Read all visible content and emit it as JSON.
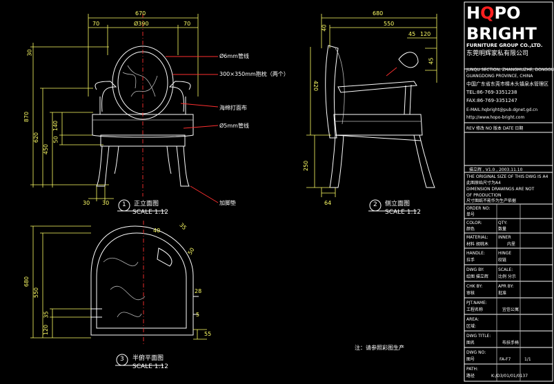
{
  "logo": {
    "line1": "H",
    "line1b": "PO",
    "line2": "BRIGHT",
    "sub": "FURNITURE GROUP CO.,LTD."
  },
  "company_cn": "东莞明辉家私有限公司",
  "address": [
    "JUNQU SECTION, ZHANGMUZHE, DONGGUAN",
    "GUANGDONG PROVINCE, CHINA",
    "中国广东省东莞市樟木头镇泉水管理区"
  ],
  "tel": "TEL:86-769-3351238",
  "fax": "FAX:86-769-3351247",
  "email": "E-MAIL:hqbright@pub.dgnet.gd.cn",
  "web": "http://www.hopo-bright.com",
  "rev_header": "REV 修改   NO 版本   DATE 日期",
  "version_line": "描立辉  , V1.0 , 2003.11.10",
  "notice": [
    "THE ORIGINAL SIZE OF THIS DWG IS A4",
    "此图原始尺寸为A4",
    "DIMENSION DRAWINGS ARE NOT",
    "OF PRODUCTION",
    "尺寸图纸不能作为生产依据"
  ],
  "fields": [
    {
      "en": "ORDER NO:",
      "cn": "单号",
      "val": ""
    },
    {
      "en": "COLOR:",
      "cn": "颜色",
      "en2": "QTY:",
      "cn2": "数量",
      "val": ""
    },
    {
      "en": "MATERIAL:",
      "cn": "材料   胡桃木",
      "en2": "INNER",
      "cn2": "内里"
    },
    {
      "en": "HANDLE:",
      "cn": "拉手",
      "en2": "HINGE",
      "cn2": "绞链"
    },
    {
      "en": "DWG BY:",
      "cn": "绘图   描立辉",
      "en2": "SCALE:",
      "cn2": "比例    分示"
    },
    {
      "en": "CHK BY:",
      "cn": "审核",
      "en2": "APR BY:",
      "cn2": "批准"
    },
    {
      "en": "PJT.NAME:",
      "cn": "工程名称",
      "en2": "",
      "cn2": "宜信公寓"
    },
    {
      "en": "AREA:",
      "cn": "区域:"
    },
    {
      "en": "DWG TITLE:",
      "cn": "图名",
      "en2": "",
      "cn2": "布扶手椅"
    },
    {
      "en": "DWG NO:",
      "cn": "图号",
      "en2": "FA-F7",
      "cn2": "1/1"
    },
    {
      "en": "PATH:",
      "cn": "路径",
      "en2": "",
      "cn2": "K:/D3/01/01/0137"
    }
  ],
  "views": [
    {
      "num": "1",
      "title": "正立面图",
      "scale": "SCALE 1:12"
    },
    {
      "num": "2",
      "title": "侧立面图",
      "scale": "SCALE 1:12"
    },
    {
      "num": "3",
      "title": "半俯平面图",
      "scale": "SCALE 1:12"
    }
  ],
  "callouts": [
    "Ø6mm管线",
    "300×350mm抱枕（两个）",
    "海绵打面布",
    "Ø5mm管线",
    "加脚垫"
  ],
  "note": "注：请参照彩图生产",
  "front_dims": {
    "w670": "670",
    "d70a": "70",
    "d390": "Ø390",
    "d70b": "70",
    "h30": "30",
    "h870": "870",
    "h620": "620",
    "h450": "450",
    "h140": "140",
    "h50": "50",
    "f30a": "30",
    "f30b": "30"
  },
  "side_dims": {
    "w680": "680",
    "d40": "40",
    "d550": "550",
    "d45": "45",
    "d120": "120",
    "h45": "45",
    "h420": "420",
    "h250": "250",
    "f64": "64"
  },
  "plan_dims": {
    "v680": "680",
    "v550": "550",
    "v120": "120",
    "v35": "35",
    "d40": "40",
    "d35": "35",
    "d50": "50",
    "d28": "28",
    "d5": "5",
    "d55": "55"
  }
}
